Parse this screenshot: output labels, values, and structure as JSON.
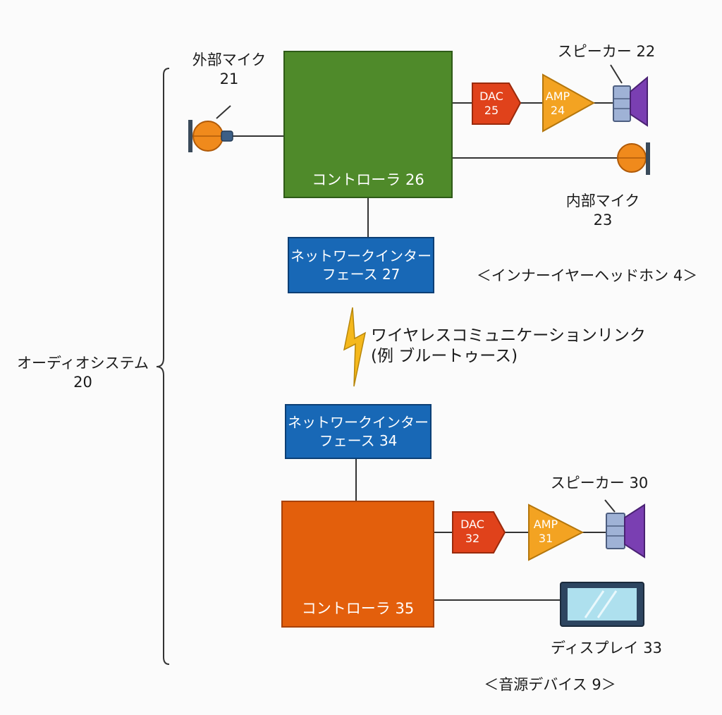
{
  "colors": {
    "controller_top": "#4f8a2a",
    "controller_bottom": "#e35f0c",
    "network_interface": "#1868b6",
    "dac": "#e0421b",
    "amp": "#f3a322",
    "mic": "#f08a1c",
    "speaker_cone": "#7a3fb2",
    "speaker_body": "#9fb2d6",
    "lightning": "#f5b81c"
  },
  "icons": {
    "microphone": "microphone-icon",
    "speaker": "speaker-icon",
    "display": "display-icon",
    "lightning": "lightning-icon"
  },
  "audio_system": {
    "label": "オーディオシステム\n20"
  },
  "headphone": {
    "title": "＜インナーイヤーヘッドホン 4＞",
    "external_mic": "外部マイク\n21",
    "controller": "コントローラ 26",
    "dac": "DAC\n25",
    "amp": "AMP\n24",
    "speaker": "スピーカー 22",
    "internal_mic": "内部マイク\n23",
    "network_interface": "ネットワークインター\nフェース 27"
  },
  "wireless_link": {
    "label": "ワイヤレスコミュニケーションリンク\n(例 ブルートゥース)"
  },
  "source_device": {
    "title": "＜音源デバイス 9＞",
    "network_interface": "ネットワークインター\nフェース 34",
    "controller": "コントローラ 35",
    "dac": "DAC\n32",
    "amp": "AMP\n31",
    "speaker": "スピーカー 30",
    "display": "ディスプレイ 33"
  }
}
